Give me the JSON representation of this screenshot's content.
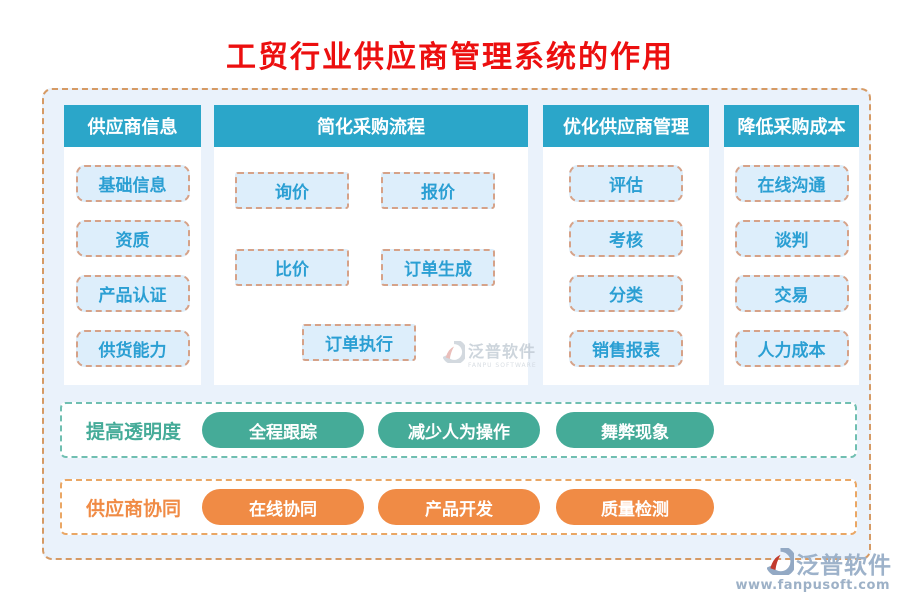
{
  "title": "工贸行业供应商管理系统的作用",
  "columns": [
    {
      "header": "供应商信息",
      "items": [
        "基础信息",
        "资质",
        "产品认证",
        "供货能力"
      ]
    },
    {
      "header": "简化采购流程",
      "items": [
        "询价",
        "报价",
        "比价",
        "订单生成",
        "订单执行"
      ]
    },
    {
      "header": "优化供应商管理",
      "items": [
        "评估",
        "考核",
        "分类",
        "销售报表"
      ]
    },
    {
      "header": "降低采购成本",
      "items": [
        "在线沟通",
        "谈判",
        "交易",
        "人力成本"
      ]
    }
  ],
  "rows": [
    {
      "label": "提高透明度",
      "pills": [
        "全程跟踪",
        "减少人为操作",
        "舞弊现象"
      ]
    },
    {
      "label": "供应商协同",
      "pills": [
        "在线协同",
        "产品开发",
        "质量检测"
      ]
    }
  ],
  "watermark": {
    "name": "泛普软件",
    "subtext": "FANPU SOFTWARE"
  },
  "brand": {
    "name": "泛普软件",
    "url": "www.fanpusoft.com"
  },
  "colors": {
    "title_red": "#ec0f0f",
    "header_teal": "#2ba6c9",
    "item_fill": "#ddeefb",
    "item_text": "#2b9fd3",
    "item_border": "#d6a288",
    "container_bg": "#eaf2fb",
    "container_border": "#d69a64",
    "green": "#45ab98",
    "orange": "#f08b45"
  }
}
